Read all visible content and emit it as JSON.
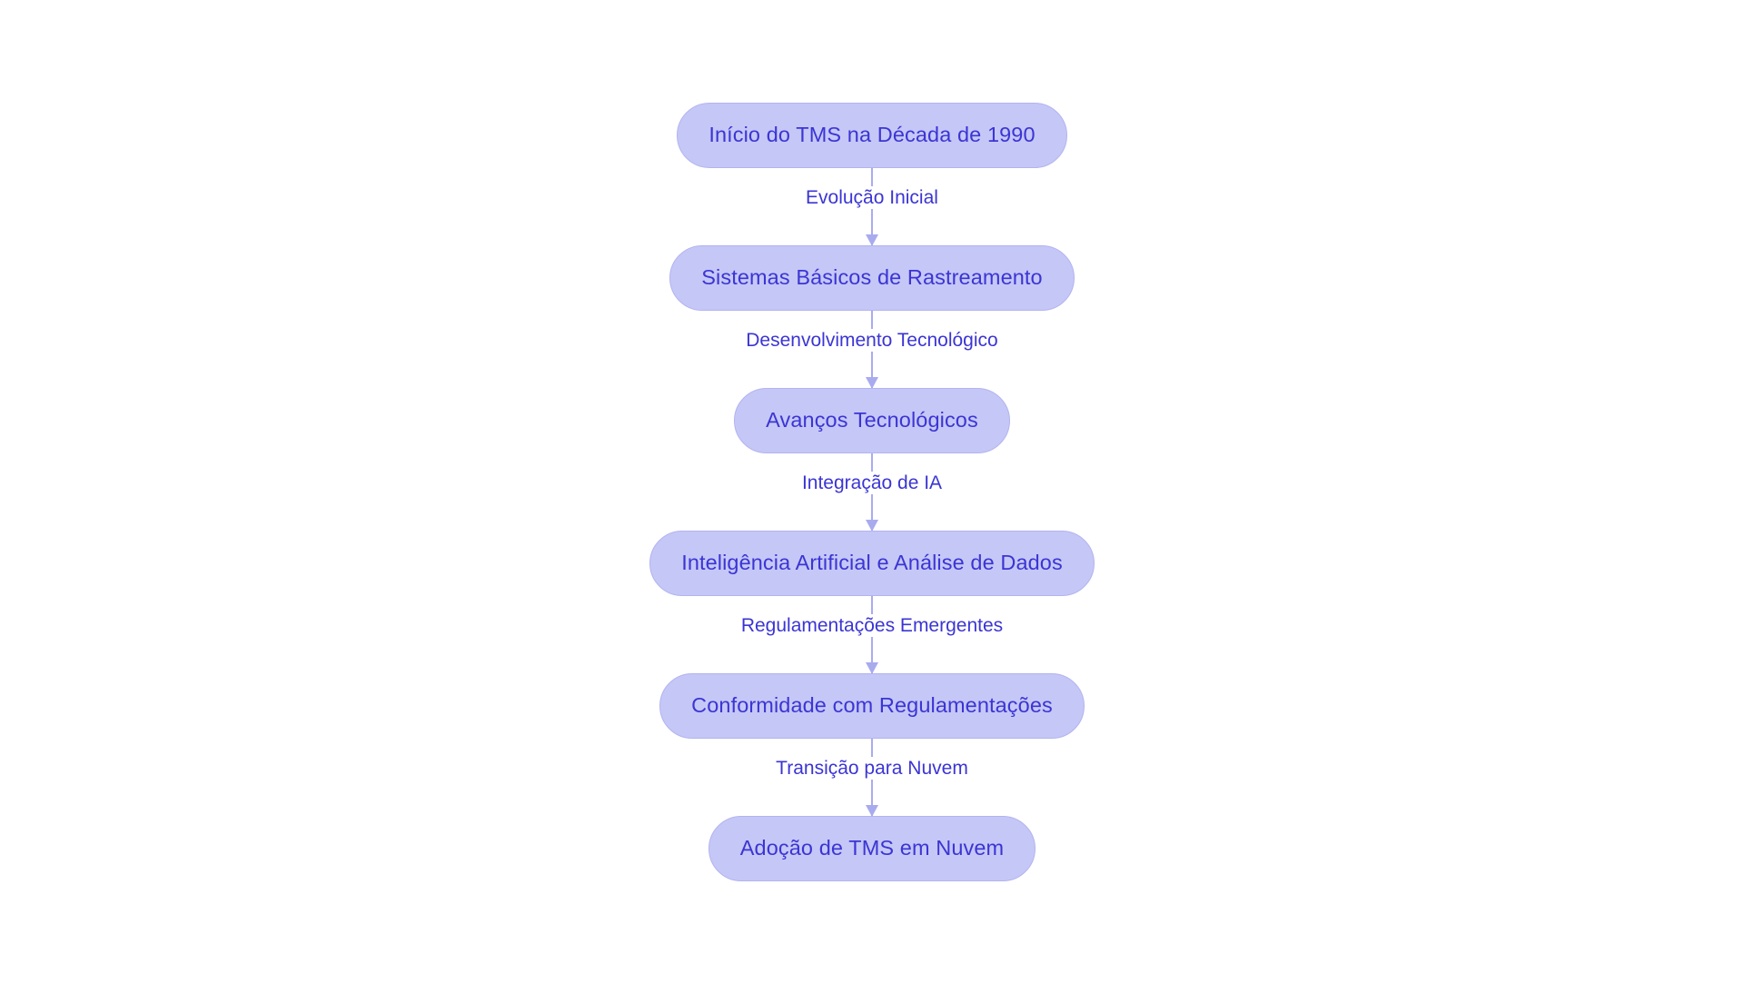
{
  "diagram": {
    "type": "flowchart",
    "orientation": "vertical-top-down",
    "background_color": "#ffffff",
    "node_fill_color": "#c5c7f7",
    "node_border_color": "#b2b4f0",
    "text_color": "#3b35d4",
    "edge_color": "#a9abef",
    "nodes": [
      {
        "id": "n1",
        "label": "Início do TMS na Década de 1990"
      },
      {
        "id": "n2",
        "label": "Sistemas Básicos de Rastreamento"
      },
      {
        "id": "n3",
        "label": "Avanços Tecnológicos"
      },
      {
        "id": "n4",
        "label": "Inteligência Artificial e Análise de Dados"
      },
      {
        "id": "n5",
        "label": "Conformidade com Regulamentações"
      },
      {
        "id": "n6",
        "label": "Adoção de TMS em Nuvem"
      }
    ],
    "edges": [
      {
        "from": "n1",
        "to": "n2",
        "label": "Evolução Inicial"
      },
      {
        "from": "n2",
        "to": "n3",
        "label": "Desenvolvimento Tecnológico"
      },
      {
        "from": "n3",
        "to": "n4",
        "label": "Integração de IA"
      },
      {
        "from": "n4",
        "to": "n5",
        "label": "Regulamentações Emergentes"
      },
      {
        "from": "n5",
        "to": "n6",
        "label": "Transição para Nuvem"
      }
    ]
  }
}
